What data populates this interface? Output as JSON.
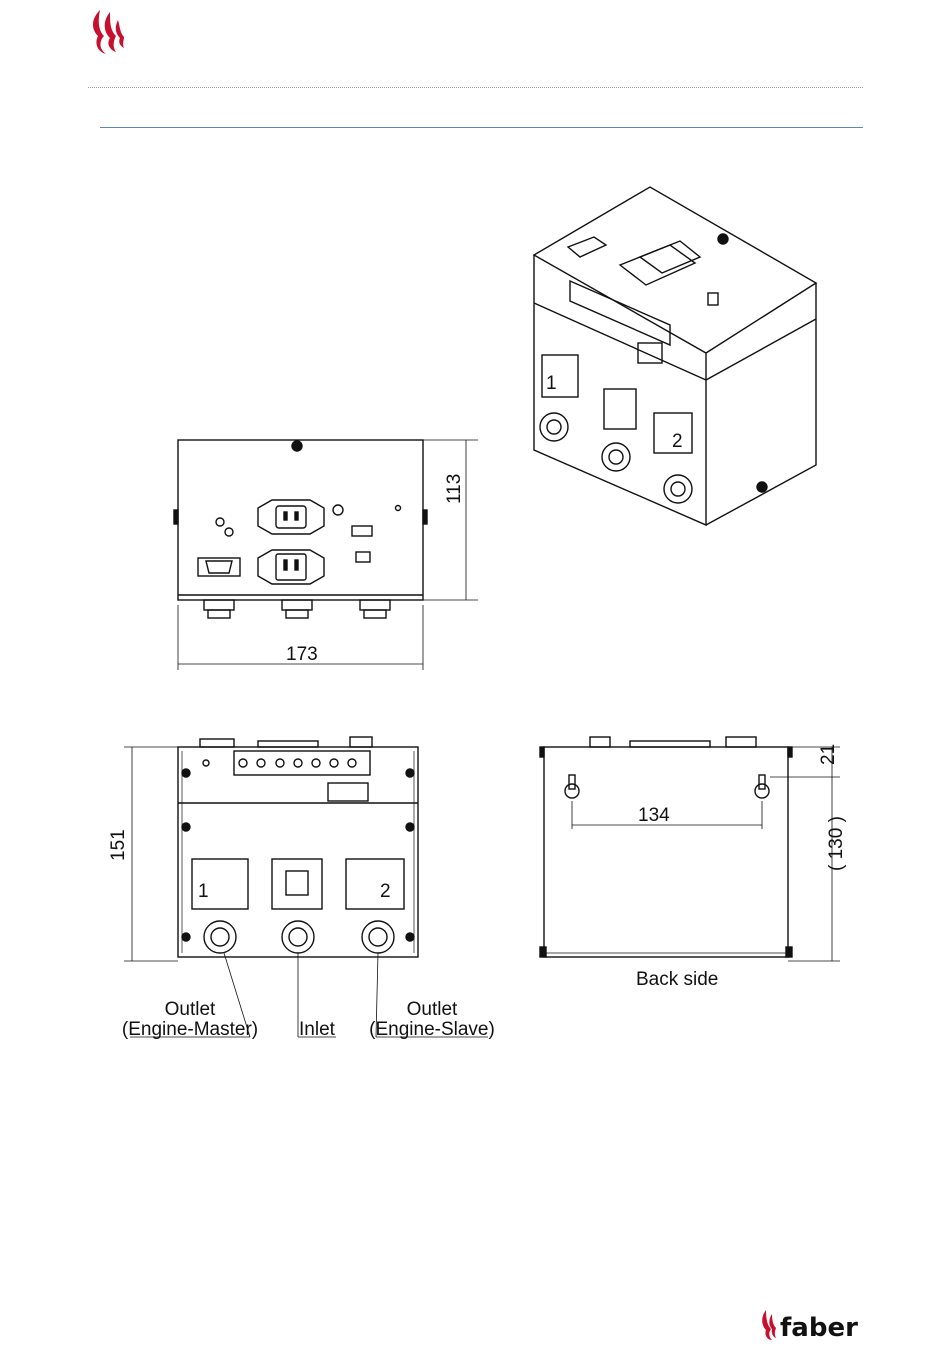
{
  "header": {
    "logo_icon": "flame-logo-icon",
    "accent_color": "#c8102e",
    "rule_color": "#5b86b8"
  },
  "front_view": {
    "height_dim": "113",
    "width_dim": "173"
  },
  "bottom_view": {
    "height_dim": "151",
    "port_left_label": "1",
    "port_right_label": "2",
    "callouts": {
      "outlet_master_line1": "Outlet",
      "outlet_master_line2": "(Engine-Master)",
      "inlet": "Inlet",
      "outlet_slave_line1": "Outlet",
      "outlet_slave_line2": "(Engine-Slave)"
    }
  },
  "back_view": {
    "top_dim": "21",
    "spacing_dim": "134",
    "height_dim": "( 130 )",
    "caption": "Back side"
  },
  "isometric_view": {
    "port_left_label": "1",
    "port_right_label": "2"
  },
  "footer": {
    "brand_name": "faber"
  }
}
